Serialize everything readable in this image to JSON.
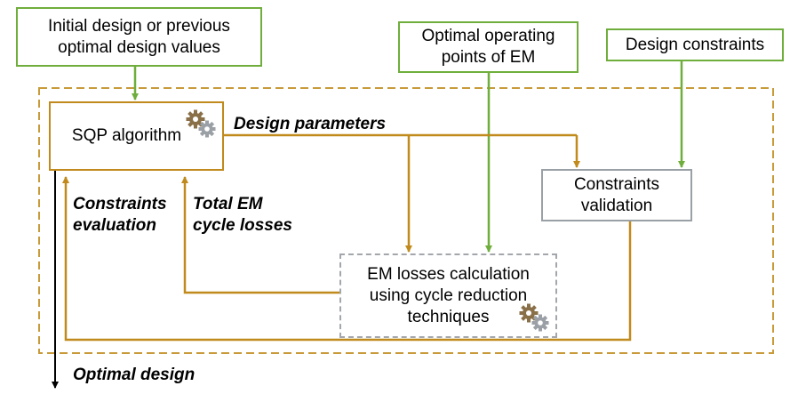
{
  "nodes": {
    "initial_design": {
      "lines": [
        "Initial design or previous",
        "optimal design values"
      ]
    },
    "optimal_operating_points": {
      "lines": [
        "Optimal operating",
        "points of EM"
      ]
    },
    "design_constraints": {
      "lines": [
        "Design constraints"
      ]
    },
    "sqp_algorithm": {
      "lines": [
        "SQP algorithm"
      ]
    },
    "constraints_validation": {
      "lines": [
        "Constraints",
        "validation"
      ]
    },
    "em_losses_calculation": {
      "lines": [
        "EM losses calculation",
        "using cycle reduction",
        "techniques"
      ]
    }
  },
  "edge_labels": {
    "design_parameters": "Design parameters",
    "constraints_evaluation": [
      "Constraints",
      "evaluation"
    ],
    "total_em_cycle_losses": [
      "Total EM",
      "cycle losses"
    ],
    "optimal_design": "Optimal design"
  },
  "icons": {
    "gear_pair": "gear-icon"
  },
  "colors": {
    "green": "#6fae3c",
    "orange": "#c08a1c",
    "gray": "#9aa1a6",
    "dashed_gold": "#c89a3a",
    "black": "#000000",
    "gear_brown": "#8a7048",
    "gear_gray": "#9aa0a6"
  }
}
